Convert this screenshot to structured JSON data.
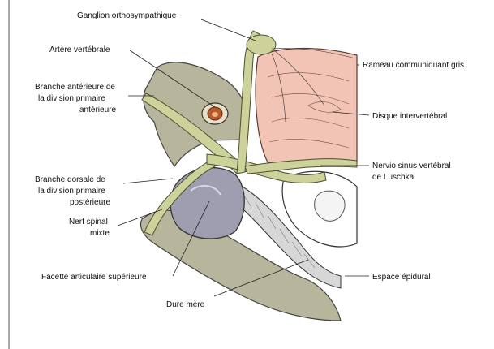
{
  "labels": {
    "ganglion": "Ganglion orthosympathique",
    "artere": "Artère vertébrale",
    "branche_ant_1": "Branche antérieure de",
    "branche_ant_2": "la division primaire",
    "branche_ant_3": "antérieure",
    "branche_dors_1": "Branche dorsale de",
    "branche_dors_2": "la division primaire",
    "branche_dors_3": "postérieure",
    "nerf_1": "Nerf spinal",
    "nerf_2": "mixte",
    "facette": "Facette articulaire supérieure",
    "dure": "Dure mère",
    "rameau": "Rameau communiquant gris",
    "disque": "Disque intervertébral",
    "nervio_1": "Nervio sinus vertébral",
    "nervio_2": "de Luschka",
    "espace": "Espace épidural"
  },
  "colors": {
    "disc": "#f2c4b5",
    "bone": "#b7b59c",
    "nerve": "#ccd29a",
    "facet": "#9e9eb0",
    "dura": "#d7d7d7",
    "artery": "#b75a2a"
  }
}
